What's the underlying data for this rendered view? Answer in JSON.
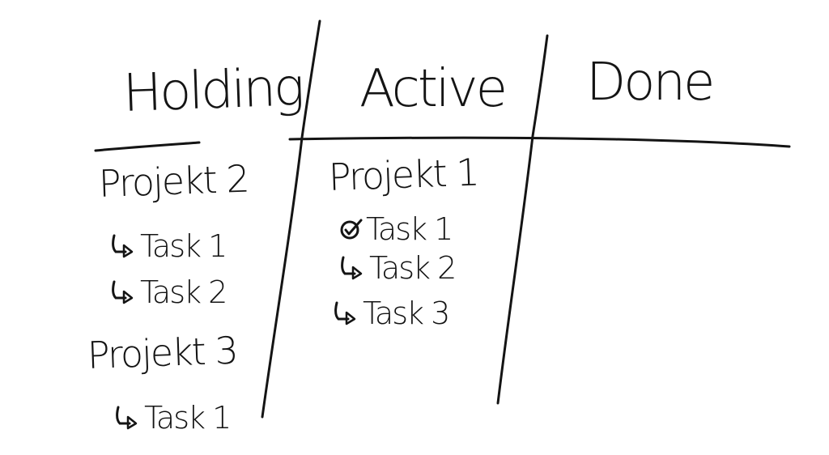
{
  "board": {
    "columns": [
      {
        "title": "Holding"
      },
      {
        "title": "Active"
      },
      {
        "title": "Done"
      }
    ],
    "holding": {
      "projects": [
        {
          "name": "Projekt 2",
          "tasks": [
            "Task 1",
            "Task 2"
          ]
        },
        {
          "name": "Projekt 3",
          "tasks": [
            "Task 1"
          ]
        }
      ]
    },
    "active": {
      "projects": [
        {
          "name": "Projekt 1",
          "tasks": [
            "Task 1",
            "Task 2",
            "Task 3"
          ],
          "completed_tasks": [
            "Task 1"
          ]
        }
      ]
    },
    "done": {
      "projects": []
    }
  },
  "icons": {
    "subtask": "subtask-arrow-icon",
    "completed": "check-circle-icon"
  },
  "colors": {
    "ink": "#141414",
    "background": "#ffffff"
  }
}
